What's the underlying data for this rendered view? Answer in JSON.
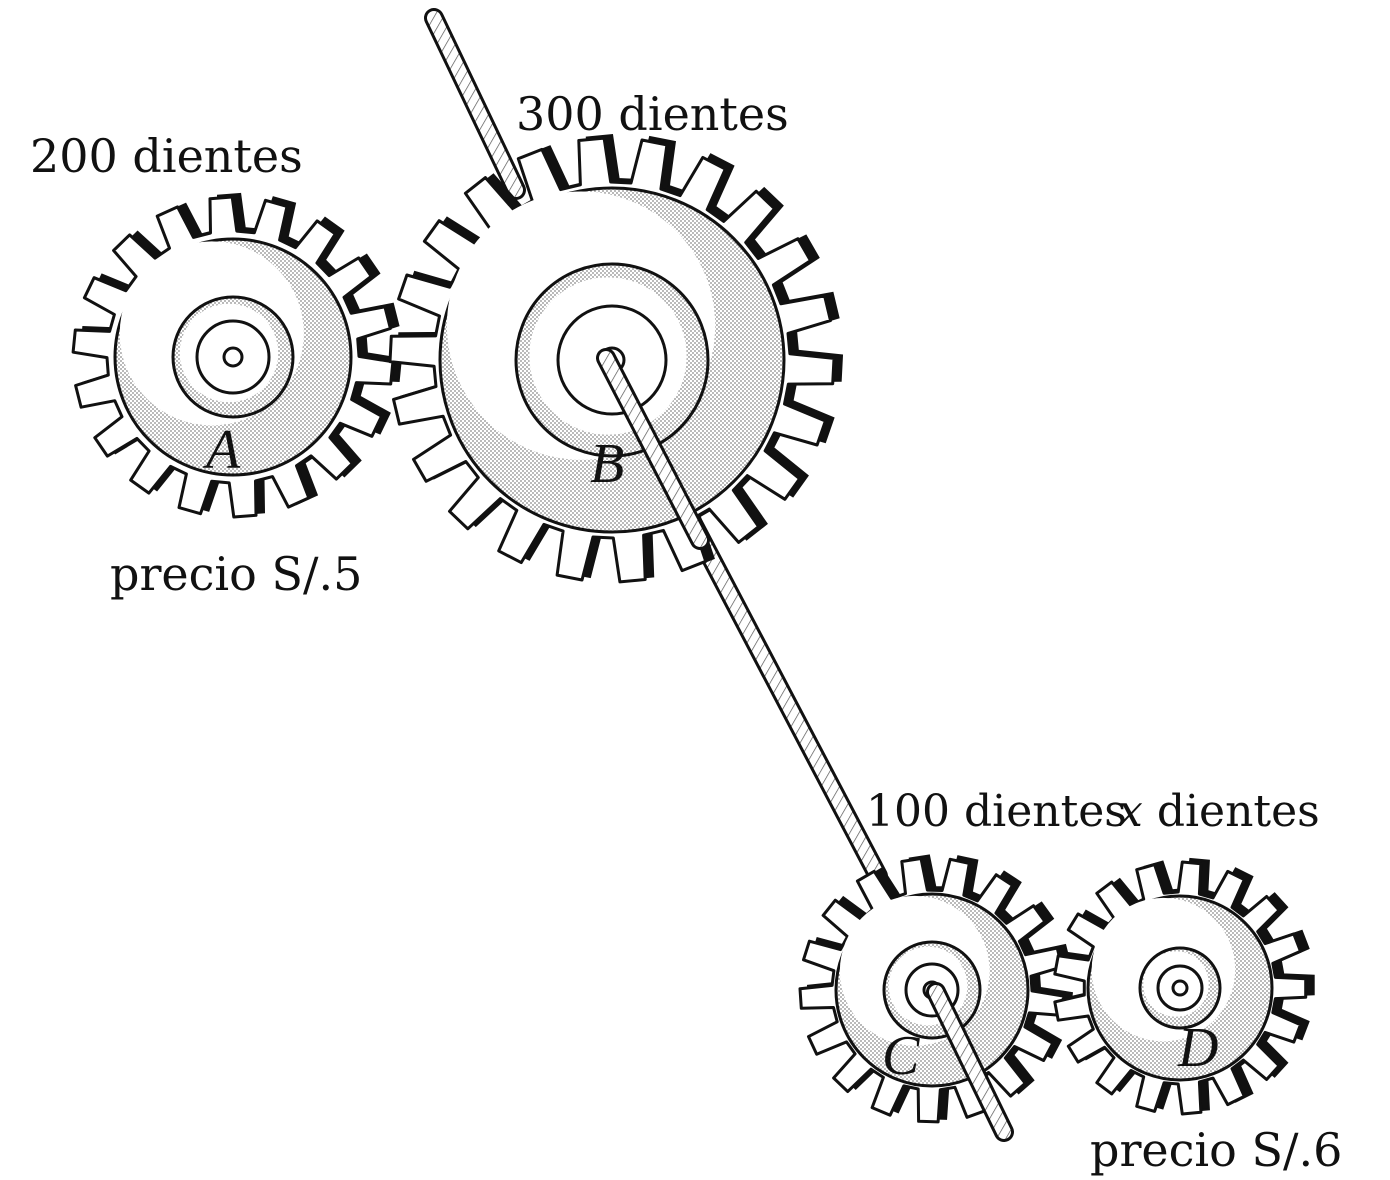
{
  "gears": [
    {
      "id": "A",
      "letter": "A",
      "teeth_label": "200 dientes",
      "price_label": "precio S/.5"
    },
    {
      "id": "B",
      "letter": "B",
      "teeth_label": "300 dientes"
    },
    {
      "id": "C",
      "letter": "C",
      "teeth_label": "100 dientes"
    },
    {
      "id": "D",
      "letter": "D",
      "teeth_label_var": "x",
      "teeth_label_suffix": " dientes",
      "price_label": "precio S/.6"
    }
  ],
  "colors": {
    "ink": "#111111",
    "shade": "#d9d9d9",
    "paper": "#ffffff"
  }
}
